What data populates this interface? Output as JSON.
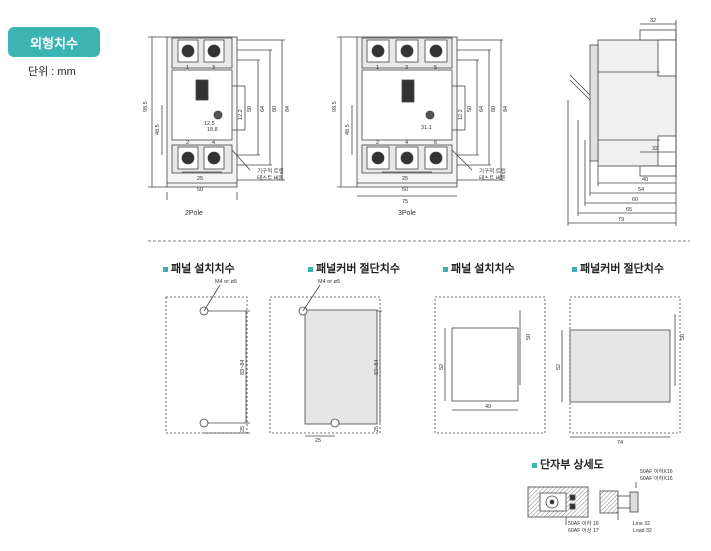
{
  "badge": "외형치수",
  "unit_label": "단위 : mm",
  "pole2": {
    "caption": "2Pole",
    "dims_right": [
      "98.5",
      "50",
      "64",
      "80",
      "84"
    ],
    "dim_left": "48.5",
    "dims_inner": [
      "12.2",
      "12.5",
      "18.8",
      "25",
      "50"
    ],
    "terminal_labels": [
      "1",
      "3",
      "2",
      "4"
    ],
    "button_note": [
      "기구적 트립",
      "테스트 버튼"
    ]
  },
  "pole3": {
    "caption": "3Pole",
    "dims_right": [
      "98.5",
      "50",
      "64",
      "80",
      "84"
    ],
    "dim_left": "48.5",
    "dims_inner": [
      "12.2",
      "31.1",
      "25",
      "50",
      "75"
    ],
    "terminal_labels": [
      "1",
      "3",
      "5",
      "2",
      "4",
      "6"
    ],
    "button_note": [
      "기구적 트립",
      "테스트 버튼"
    ]
  },
  "side": {
    "dims": [
      "32",
      "32",
      "40",
      "54",
      "60",
      "65",
      "79"
    ]
  },
  "sections": {
    "panel_install_1": "패널 설치치수",
    "panel_cover_1": "패널커버 절단치수",
    "panel_install_2": "패널 설치치수",
    "panel_cover_2": "패널커버 절단치수",
    "terminal_detail": "단자부 상세도"
  },
  "cut1": {
    "hole": "M4 or ø5",
    "height": "83~84",
    "bottom": "25"
  },
  "cut2": {
    "hole": "M4 or ø5",
    "height": "83~84",
    "bottom": "25",
    "base": "25"
  },
  "cut3": {
    "side": "52",
    "right": "50",
    "base": "49"
  },
  "cut4": {
    "side": "52",
    "right": "50",
    "base": "74"
  },
  "terminal": {
    "left_label_1": "50AF 이하 16",
    "left_label_2": "60AF 이상 17",
    "right_top_1": "50AF 이하X16",
    "right_top_2": "60AF 이하X16",
    "right_bottom_1": "Line 32",
    "right_bottom_2": "Load 32"
  },
  "colors": {
    "accent": "#3cb4b4"
  }
}
